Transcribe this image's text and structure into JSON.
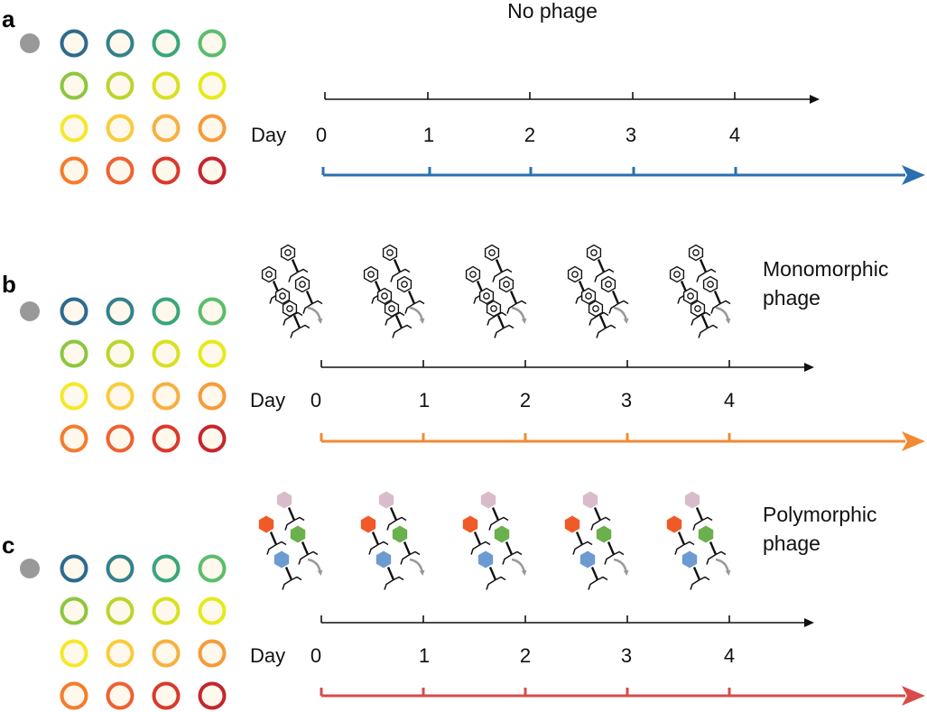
{
  "panels": [
    {
      "letter": "a",
      "title_lines": [
        "No phage"
      ],
      "phage": "none",
      "day_label": "Day",
      "days": [
        "0",
        "1",
        "2",
        "3",
        "4"
      ],
      "timeline_color": "#2a6fb0"
    },
    {
      "letter": "b",
      "title_lines": [
        "Monomorphic",
        "phage"
      ],
      "phage": "monomorphic",
      "day_label": "Day",
      "days": [
        "0",
        "1",
        "2",
        "3",
        "4"
      ],
      "timeline_color": "#f28a33"
    },
    {
      "letter": "c",
      "title_lines": [
        "Polymorphic",
        "phage"
      ],
      "phage": "polymorphic",
      "day_label": "Day",
      "days": [
        "0",
        "1",
        "2",
        "3",
        "4"
      ],
      "timeline_color": "#d94b4b"
    }
  ],
  "well_colors": [
    "#2d6a8e",
    "#35808a",
    "#3aa57b",
    "#5bbd6d",
    "#8dc63f",
    "#bcd42e",
    "#d9e021",
    "#e5ea1a",
    "#f5e82a",
    "#f9cc3b",
    "#f7b040",
    "#f79a3a",
    "#f47c2e",
    "#ee6232",
    "#d93a2b",
    "#c4262e"
  ],
  "well_fill": "#fff8ec",
  "control_color": "#999999",
  "phage_colors": {
    "monomorphic": "#ffffff",
    "polymorphic": [
      "#d9bccb",
      "#f05a28",
      "#6ab04c",
      "#6c9bd2"
    ]
  }
}
